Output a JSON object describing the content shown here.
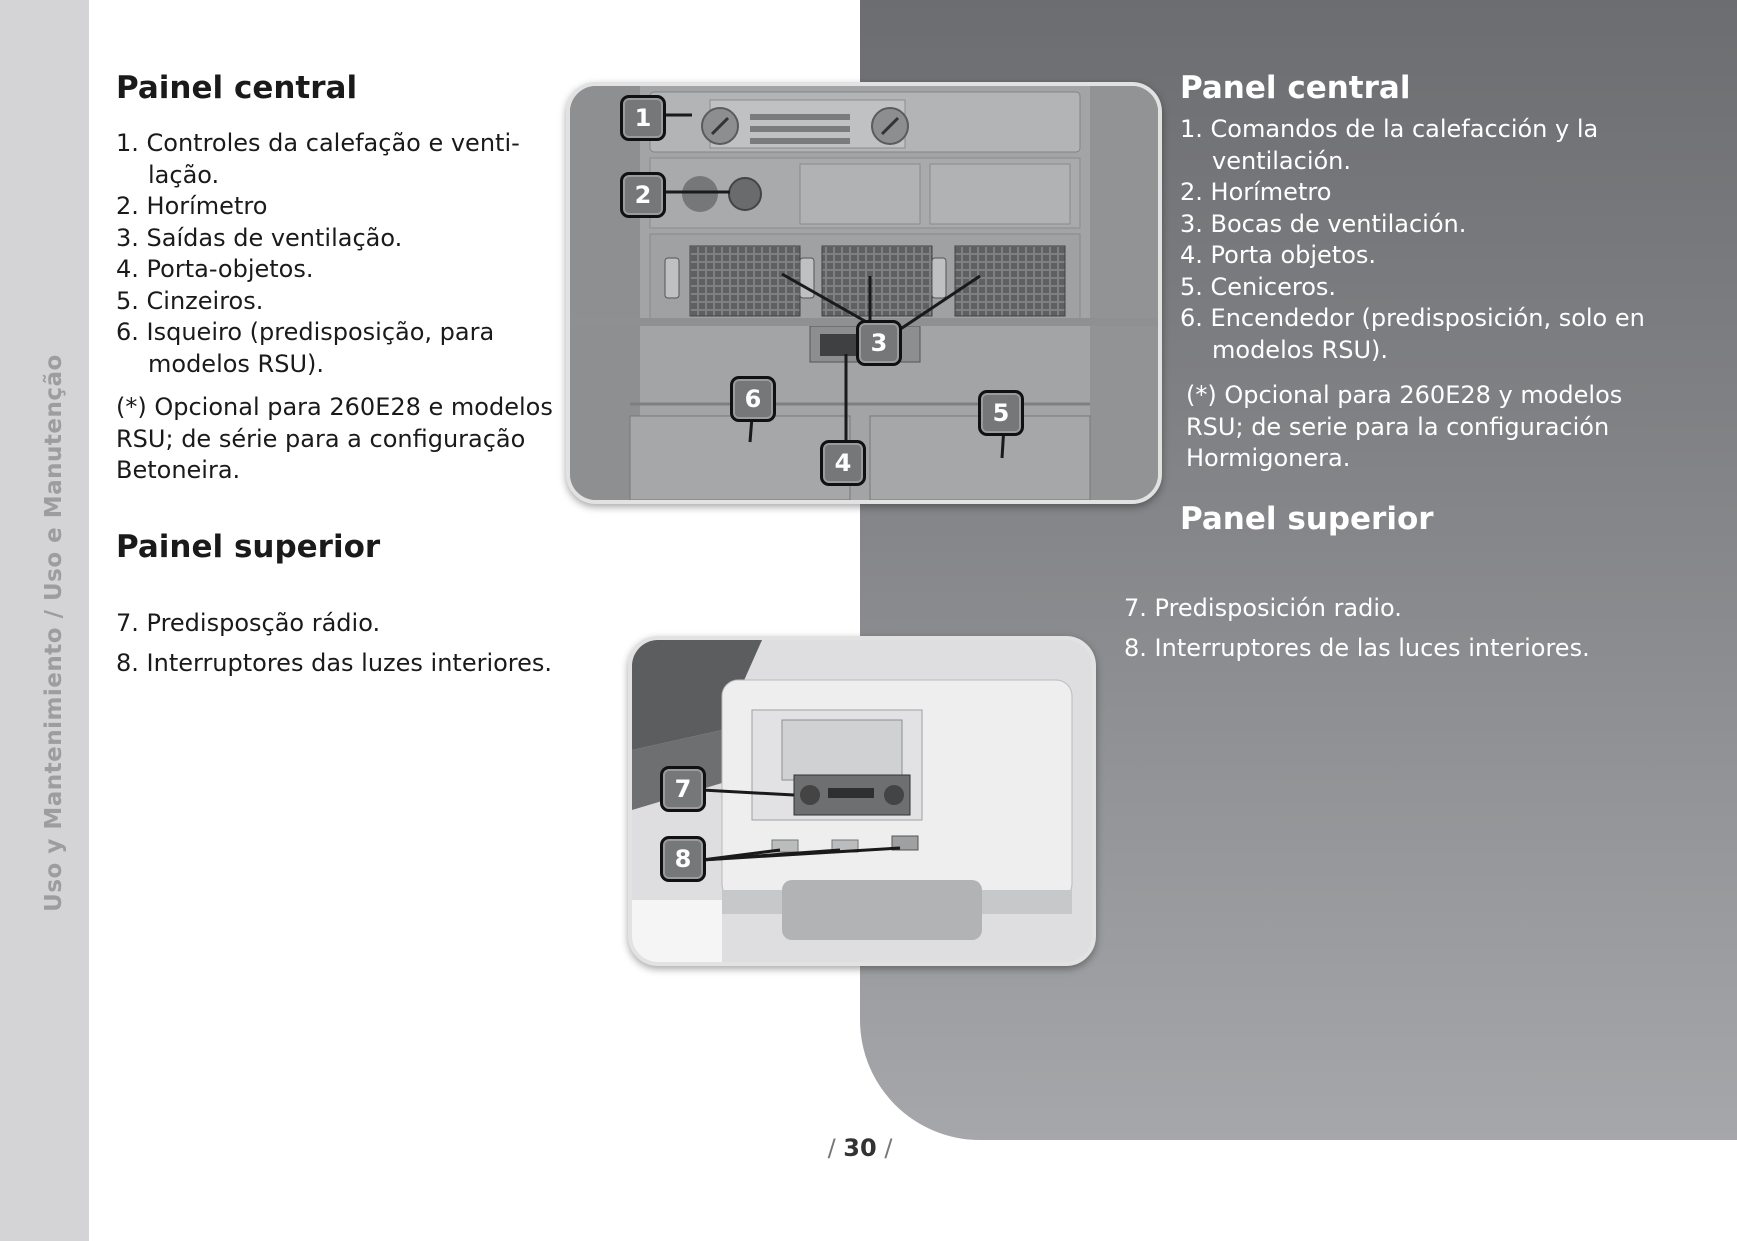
{
  "sidebar": {
    "text": "Uso y Mantenimiento / Uso e Manutenção"
  },
  "pt": {
    "title1": "Painel central",
    "items1": [
      "1. Controles da calefação e venti- lação.",
      "2. Horímetro",
      "3. Saídas de ventilação.",
      "4. Porta-objetos.",
      "5. Cinzeiros.",
      "6. Isqueiro (predisposição, para modelos RSU)."
    ],
    "note": "(*) Opcional para 260E28 e modelos RSU; de série para a configuração Betoneira.",
    "title2": "Painel superior",
    "items2": [
      "7. Predisposção rádio.",
      "8. Interruptores das luzes interiores."
    ]
  },
  "es": {
    "title1": "Panel central",
    "items1": [
      "1. Comandos de la calefacción y la ventilación.",
      "2. Horímetro",
      "3. Bocas de ventilación.",
      "4. Porta objetos.",
      "5. Ceniceros.",
      "6. Encendedor (predisposición, solo en modelos RSU)."
    ],
    "note": "(*) Opcional para 260E28 y modelos RSU; de serie para la configuración Hormigonera.",
    "title2": "Panel superior",
    "items2": [
      "7. Predisposición radio.",
      "8. Interruptores de las luces interiores."
    ]
  },
  "figure1": {
    "callouts": [
      "1",
      "2",
      "3",
      "4",
      "5",
      "6"
    ]
  },
  "figure2": {
    "callouts": [
      "7",
      "8"
    ]
  },
  "footer": {
    "page_prefix": "/ ",
    "page_number": "30",
    "page_suffix": " /"
  },
  "colors": {
    "sidebar": "#d4d4d6",
    "panel": "#76777a",
    "callout": "#767779"
  }
}
